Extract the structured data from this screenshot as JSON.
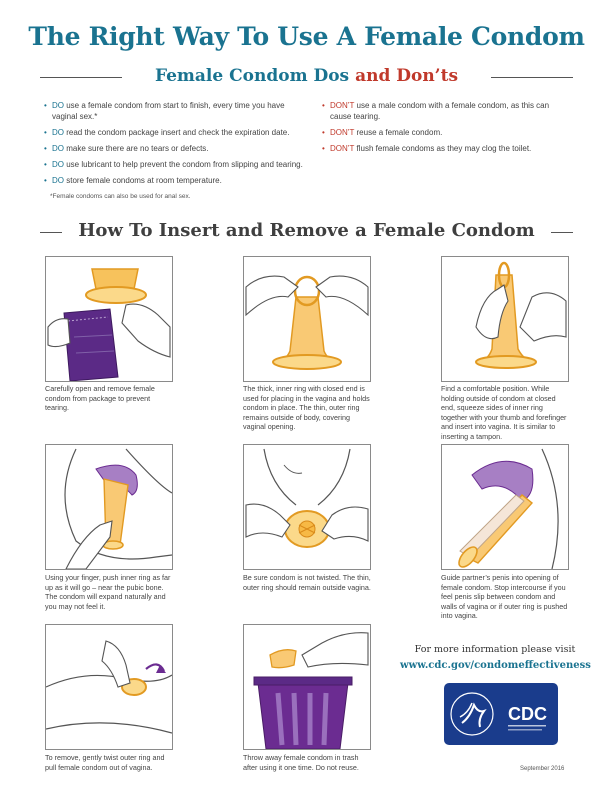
{
  "title": "The Right Way To Use A Female Condom",
  "subtitle": {
    "part1": "Female Condom Dos",
    "part2": "and Don’ts"
  },
  "dos": [
    {
      "keyword": "DO",
      "text": " use a female condom from start to finish, every time you have vaginal sex.*"
    },
    {
      "keyword": "DO",
      "text": " read the condom package insert and check the expiration date."
    },
    {
      "keyword": "DO",
      "text": " make sure there are no tears or defects."
    },
    {
      "keyword": "DO",
      "text": " use lubricant to help prevent the condom from slipping and tearing."
    },
    {
      "keyword": "DO",
      "text": " store female condoms at room temperature."
    }
  ],
  "dos_note": "*Female condoms can also be used for anal sex.",
  "donts": [
    {
      "keyword": "DON’T",
      "text": " use a male condom with a female condom, as this can cause tearing."
    },
    {
      "keyword": "DON’T",
      "text": " reuse a female condom."
    },
    {
      "keyword": "DON’T",
      "text": " flush female condoms as they may clog the toilet."
    }
  ],
  "section_title": "How To Insert and Remove a Female Condom",
  "steps": [
    {
      "caption": "Carefully open and remove female condom from package to prevent tearing."
    },
    {
      "caption": "The thick, inner ring with closed end is used for placing in the vagina and holds condom in place. The thin, outer ring remains outside of body, covering vaginal opening."
    },
    {
      "caption": "Find a comfortable position. While holding outside of condom at closed end, squeeze sides of inner ring together with your thumb and forefinger and insert into vagina. It is similar to inserting a tampon."
    },
    {
      "caption": "Using your finger, push inner ring as far up as it will go – near the pubic bone. The condom will expand naturally and you may not feel it."
    },
    {
      "caption": "Be sure condom is not twisted. The thin, outer ring should remain outside vagina."
    },
    {
      "caption": "Guide partner’s penis into opening of female condom. Stop intercourse if you feel penis slip between condom and walls of vagina or if outer ring is pushed into vagina."
    },
    {
      "caption": "To remove, gently twist outer ring and pull female condom out of vagina."
    },
    {
      "caption": "Throw away female condom in trash after using it one time. Do not reuse."
    }
  ],
  "more_info": {
    "text": "For more information please visit",
    "url": "www.cdc.gov/condomeffectiveness"
  },
  "logo": {
    "text": "CDC"
  },
  "date": "September 2016",
  "colors": {
    "teal": "#1a7390",
    "red": "#c0392b",
    "orange": "#f5a623",
    "purple": "#6b2c91",
    "navy": "#1a3c8c"
  }
}
